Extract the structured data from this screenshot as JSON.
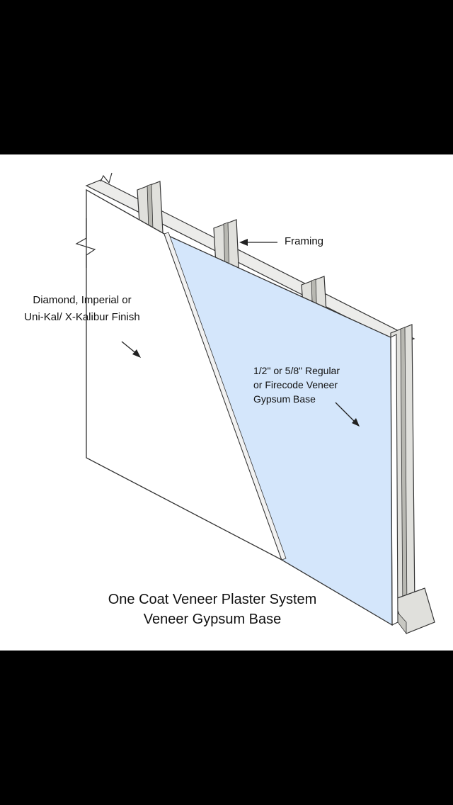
{
  "diagram": {
    "labels": {
      "framing": "Framing",
      "finish_line1": "Diamond, Imperial or",
      "finish_line2": "Uni-Kal/ X-Kalibur Finish",
      "base_line1": "1/2\" or 5/8\" Regular",
      "base_line2": "or Firecode Veneer",
      "base_line3": "Gypsum Base"
    },
    "title_line1": "One Coat Veneer Plaster System",
    "title_line2": "Veneer Gypsum Base",
    "colors": {
      "viewer_background": "#000000",
      "image_background": "#ffffff",
      "gypsum_base": "#d4e6fb",
      "plaster_finish": "#ffffff",
      "stud": "#e0e0dc",
      "stud_shadow": "#b8b8b2",
      "outline": "#333333"
    }
  }
}
